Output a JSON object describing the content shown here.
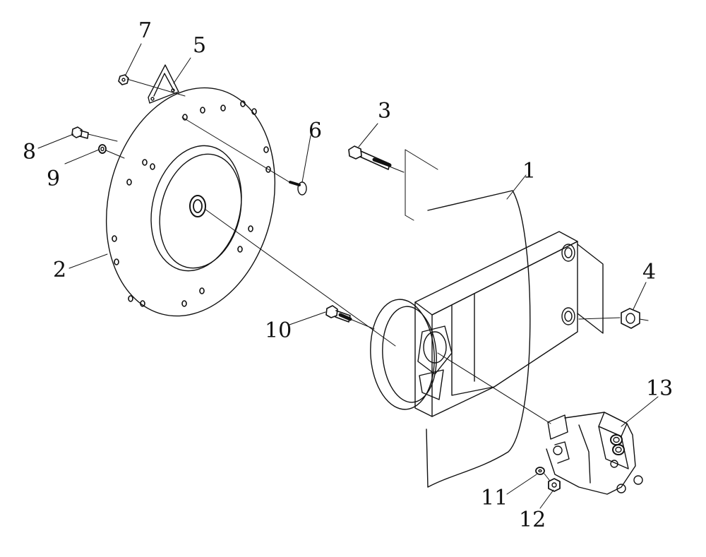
{
  "diagram": {
    "type": "exploded-parts-view",
    "callouts": [
      {
        "id": "1",
        "label": "1"
      },
      {
        "id": "2",
        "label": "2"
      },
      {
        "id": "3",
        "label": "3"
      },
      {
        "id": "4",
        "label": "4"
      },
      {
        "id": "5",
        "label": "5"
      },
      {
        "id": "6",
        "label": "6"
      },
      {
        "id": "7",
        "label": "7"
      },
      {
        "id": "8",
        "label": "8"
      },
      {
        "id": "9",
        "label": "9"
      },
      {
        "id": "10",
        "label": "10"
      },
      {
        "id": "11",
        "label": "11"
      },
      {
        "id": "12",
        "label": "12"
      },
      {
        "id": "13",
        "label": "13"
      }
    ]
  },
  "colors": {
    "line": "#111111",
    "background": "#ffffff"
  }
}
